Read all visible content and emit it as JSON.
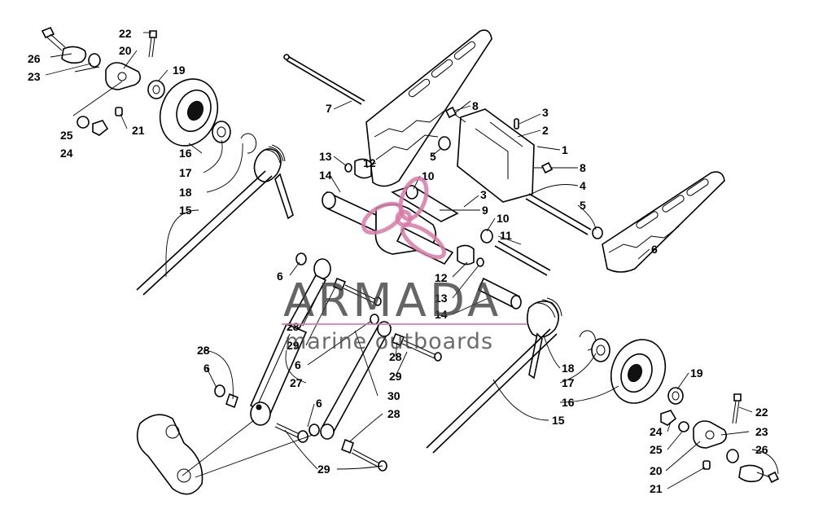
{
  "watermark": {
    "brand": "ARMADA",
    "tagline": "marine outboards",
    "accent_color": "#d87aa8",
    "text_color": "#3a3a3a"
  },
  "callouts": [
    {
      "id": "c26a",
      "text": "26"
    },
    {
      "id": "c22a",
      "text": "22"
    },
    {
      "id": "c20a",
      "text": "20"
    },
    {
      "id": "c23a",
      "text": "23"
    },
    {
      "id": "c19a",
      "text": "19"
    },
    {
      "id": "c25a",
      "text": "25"
    },
    {
      "id": "c24a",
      "text": "24"
    },
    {
      "id": "c21a",
      "text": "21"
    },
    {
      "id": "c16a",
      "text": "16"
    },
    {
      "id": "c17a",
      "text": "17"
    },
    {
      "id": "c18a",
      "text": "18"
    },
    {
      "id": "c15a",
      "text": "15"
    },
    {
      "id": "c7",
      "text": "7"
    },
    {
      "id": "c8a",
      "text": "8"
    },
    {
      "id": "c3a",
      "text": "3"
    },
    {
      "id": "c2",
      "text": "2"
    },
    {
      "id": "c1",
      "text": "1"
    },
    {
      "id": "c5a",
      "text": "5"
    },
    {
      "id": "c8b",
      "text": "8"
    },
    {
      "id": "c4",
      "text": "4"
    },
    {
      "id": "c5b",
      "text": "5"
    },
    {
      "id": "c13a",
      "text": "13"
    },
    {
      "id": "c12a",
      "text": "12"
    },
    {
      "id": "c14a",
      "text": "14"
    },
    {
      "id": "c10a",
      "text": "10"
    },
    {
      "id": "c3b",
      "text": "3"
    },
    {
      "id": "c9",
      "text": "9"
    },
    {
      "id": "c10b",
      "text": "10"
    },
    {
      "id": "c11",
      "text": "11"
    },
    {
      "id": "c6a",
      "text": "6"
    },
    {
      "id": "c6b",
      "text": "6"
    },
    {
      "id": "c12b",
      "text": "12"
    },
    {
      "id": "c13b",
      "text": "13"
    },
    {
      "id": "c14b",
      "text": "14"
    },
    {
      "id": "c28a",
      "text": "28"
    },
    {
      "id": "c29a",
      "text": "29"
    },
    {
      "id": "c6c",
      "text": "6"
    },
    {
      "id": "c28b",
      "text": "28"
    },
    {
      "id": "c29b",
      "text": "29"
    },
    {
      "id": "c28c",
      "text": "28"
    },
    {
      "id": "c6d",
      "text": "6"
    },
    {
      "id": "c27",
      "text": "27"
    },
    {
      "id": "c30",
      "text": "30"
    },
    {
      "id": "c6e",
      "text": "6"
    },
    {
      "id": "c28d",
      "text": "28"
    },
    {
      "id": "c29c",
      "text": "29"
    },
    {
      "id": "c18b",
      "text": "18"
    },
    {
      "id": "c17b",
      "text": "17"
    },
    {
      "id": "c16b",
      "text": "16"
    },
    {
      "id": "c15b",
      "text": "15"
    },
    {
      "id": "c19b",
      "text": "19"
    },
    {
      "id": "c22b",
      "text": "22"
    },
    {
      "id": "c24b",
      "text": "24"
    },
    {
      "id": "c23b",
      "text": "23"
    },
    {
      "id": "c25b",
      "text": "25"
    },
    {
      "id": "c26b",
      "text": "26"
    },
    {
      "id": "c20b",
      "text": "20"
    },
    {
      "id": "c21b",
      "text": "21"
    }
  ]
}
